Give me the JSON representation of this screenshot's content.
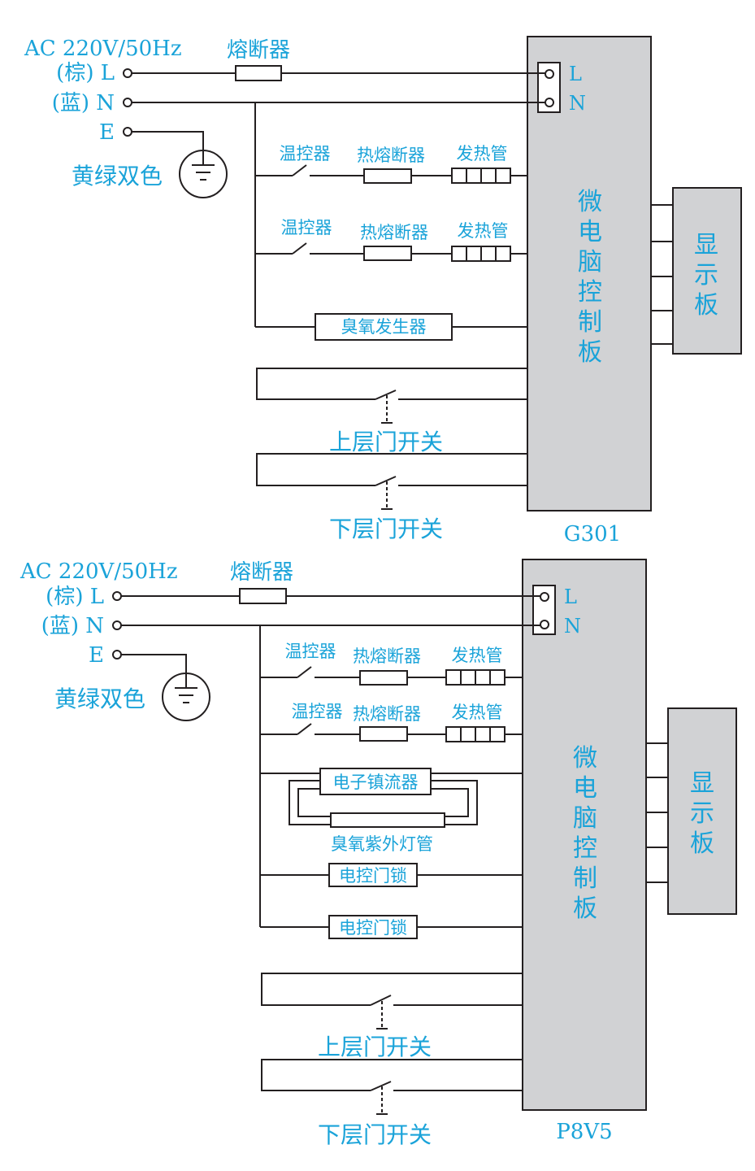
{
  "colors": {
    "label": "#1aa3d9",
    "line": "#231f20",
    "board_fill": "#d1d2d4"
  },
  "top": {
    "power": "AC 220V/50Hz",
    "line_l": "(棕) L",
    "line_n": "(蓝) N",
    "line_e": "E",
    "ground": "黄绿双色",
    "fuse": "熔断器",
    "thermostat_1": "温控器",
    "thermal_fuse_1": "热熔断器",
    "heater_1": "发热管",
    "thermostat_2": "温控器",
    "thermal_fuse_2": "热熔断器",
    "heater_2": "发热管",
    "ozone_generator": "臭氧发生器",
    "upper_door_switch": "上层门开关",
    "lower_door_switch": "下层门开关",
    "terminal_l": "L",
    "terminal_n": "N",
    "control_board": [
      "微",
      "电",
      "脑",
      "控",
      "制",
      "板"
    ],
    "display_board": [
      "显",
      "示",
      "板"
    ],
    "model": "G301"
  },
  "bottom": {
    "power": "AC 220V/50Hz",
    "line_l": "(棕) L",
    "line_n": "(蓝) N",
    "line_e": "E",
    "ground": "黄绿双色",
    "fuse": "熔断器",
    "thermostat_1": "温控器",
    "thermal_fuse_1": "热熔断器",
    "heater_1": "发热管",
    "thermostat_2": "温控器",
    "thermal_fuse_2": "热熔断器",
    "heater_2": "发热管",
    "ballast": "电子镇流器",
    "uv_lamp": "臭氧紫外灯管",
    "door_lock_1": "电控门锁",
    "door_lock_2": "电控门锁",
    "upper_door_switch": "上层门开关",
    "lower_door_switch": "下层门开关",
    "terminal_l": "L",
    "terminal_n": "N",
    "control_board": [
      "微",
      "电",
      "脑",
      "控",
      "制",
      "板"
    ],
    "display_board": [
      "显",
      "示",
      "板"
    ],
    "model": "P8V5"
  }
}
